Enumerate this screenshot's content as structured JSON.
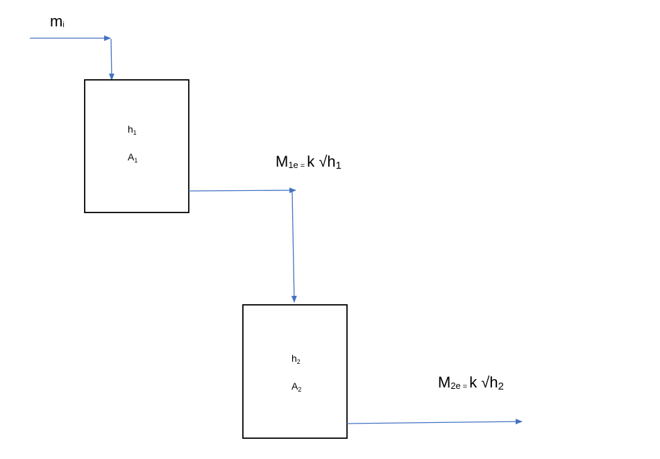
{
  "inflow": {
    "symbol": "m",
    "subscript": "i"
  },
  "tank1": {
    "h_symbol": "h",
    "h_subscript": "1",
    "a_symbol": "A",
    "a_subscript": "1"
  },
  "tank2": {
    "h_symbol": "h",
    "h_subscript": "2",
    "a_symbol": "A",
    "a_subscript": "2"
  },
  "outflow1": {
    "symbol": "M",
    "subscript": "1e",
    "equals": "=",
    "rhs": "k √h",
    "rhs_subscript": "1"
  },
  "outflow2": {
    "symbol": "M",
    "subscript": "2e",
    "equals": "=",
    "rhs": "k √h",
    "rhs_subscript": "2"
  },
  "colors": {
    "arrow": "#4472c4",
    "tank_border": "#000000",
    "background": "#ffffff"
  }
}
